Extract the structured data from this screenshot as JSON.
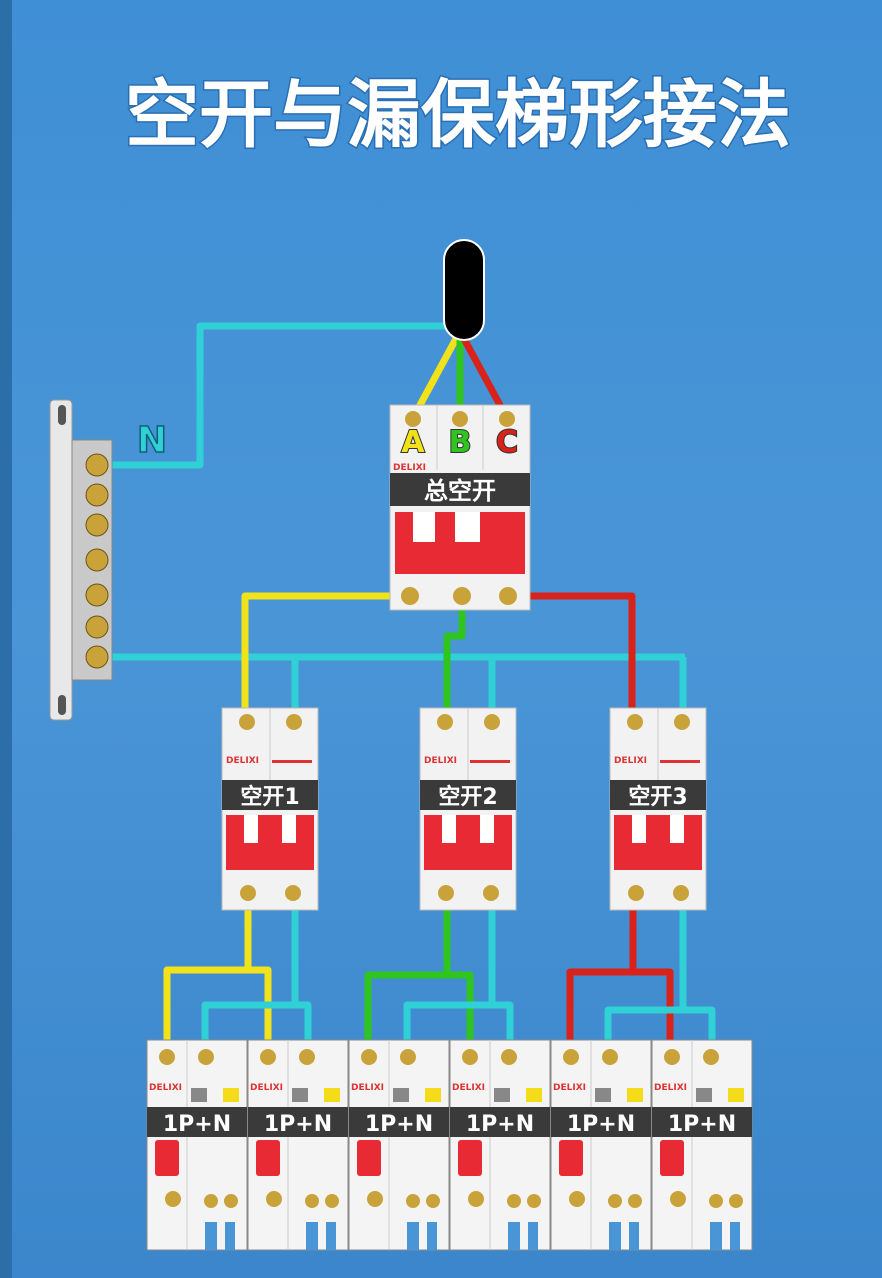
{
  "title": "空开与漏保梯形接法",
  "neutral_label": "N",
  "main_breaker": {
    "label": "总空开",
    "brand": "DELIXI",
    "phases": [
      "A",
      "B",
      "C"
    ]
  },
  "sub_breakers": [
    {
      "label": "空开1",
      "brand": "DELIXI"
    },
    {
      "label": "空开2",
      "brand": "DELIXI"
    },
    {
      "label": "空开3",
      "brand": "DELIXI"
    }
  ],
  "rcd_breakers": [
    {
      "label": "1P+N",
      "brand": "DELIXI"
    },
    {
      "label": "1P+N",
      "brand": "DELIXI"
    },
    {
      "label": "1P+N",
      "brand": "DELIXI"
    },
    {
      "label": "1P+N",
      "brand": "DELIXI"
    },
    {
      "label": "1P+N",
      "brand": "DELIXI"
    },
    {
      "label": "1P+N",
      "brand": "DELIXI"
    }
  ],
  "colors": {
    "phase_a": "#f2e21a",
    "phase_b": "#2fc41e",
    "phase_c": "#d8221a",
    "neutral": "#2fd0d6",
    "background": "#4a95d6"
  }
}
